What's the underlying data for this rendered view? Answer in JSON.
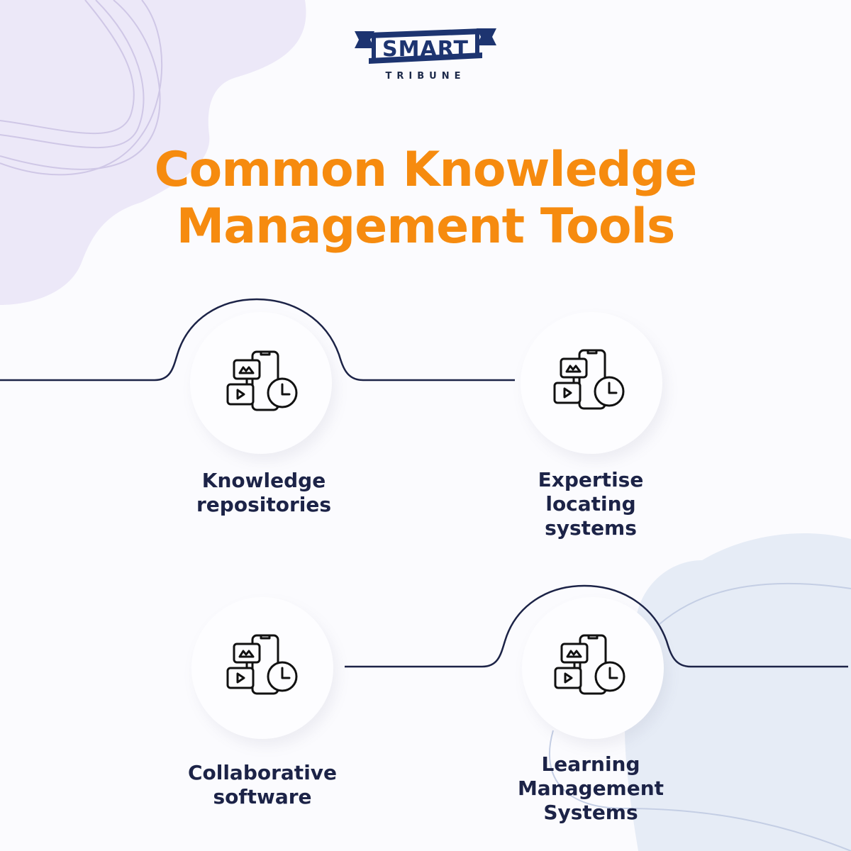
{
  "brand": {
    "name": "SMART",
    "subtitle": "TRIBUNE"
  },
  "title": {
    "line1": "Common Knowledge",
    "line2": "Management Tools"
  },
  "colors": {
    "title": "#f68b0f",
    "label": "#1c2347",
    "line": "#1c2347",
    "brand": "#1d3470",
    "blob_purple": "#ece8f8",
    "blob_blue": "#e6ecf6"
  },
  "nodes": [
    {
      "icon": "media-devices-clock-icon",
      "label_lines": [
        "Knowledge",
        "repositories"
      ]
    },
    {
      "icon": "media-devices-clock-icon",
      "label_lines": [
        "Expertise",
        "locating",
        "systems"
      ]
    },
    {
      "icon": "media-devices-clock-icon",
      "label_lines": [
        "Collaborative",
        "software"
      ]
    },
    {
      "icon": "media-devices-clock-icon",
      "label_lines": [
        "Learning",
        "Management",
        "Systems"
      ]
    }
  ]
}
